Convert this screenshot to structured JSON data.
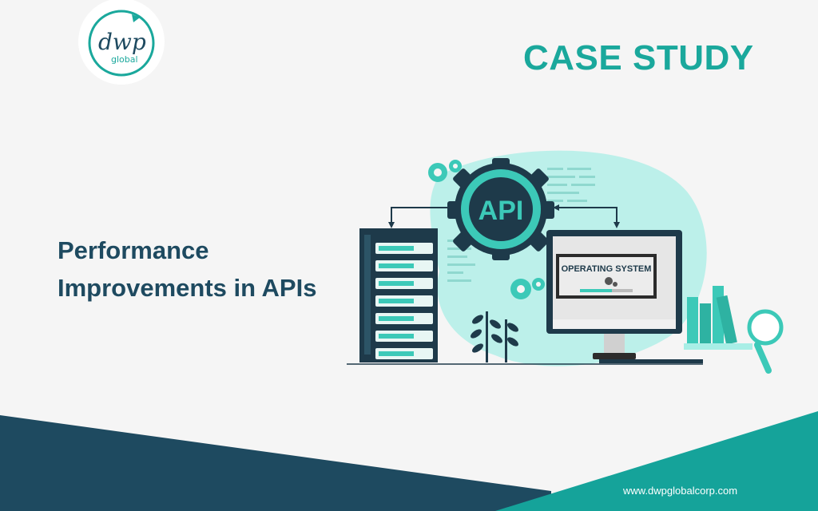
{
  "brand": {
    "logo_word": "dwp",
    "logo_sub": "global",
    "accent_color": "#1aa89c",
    "dark_color": "#1e4a60",
    "mint_color": "#a8eee6"
  },
  "heading": "CASE STUDY",
  "title": {
    "line1": "Performance",
    "line2": "Improvements in APIs"
  },
  "illustration": {
    "gear_label": "API",
    "screen_label": "OPERATING SYSTEM"
  },
  "footer": {
    "url": "www.dwpglobalcorp.com"
  }
}
